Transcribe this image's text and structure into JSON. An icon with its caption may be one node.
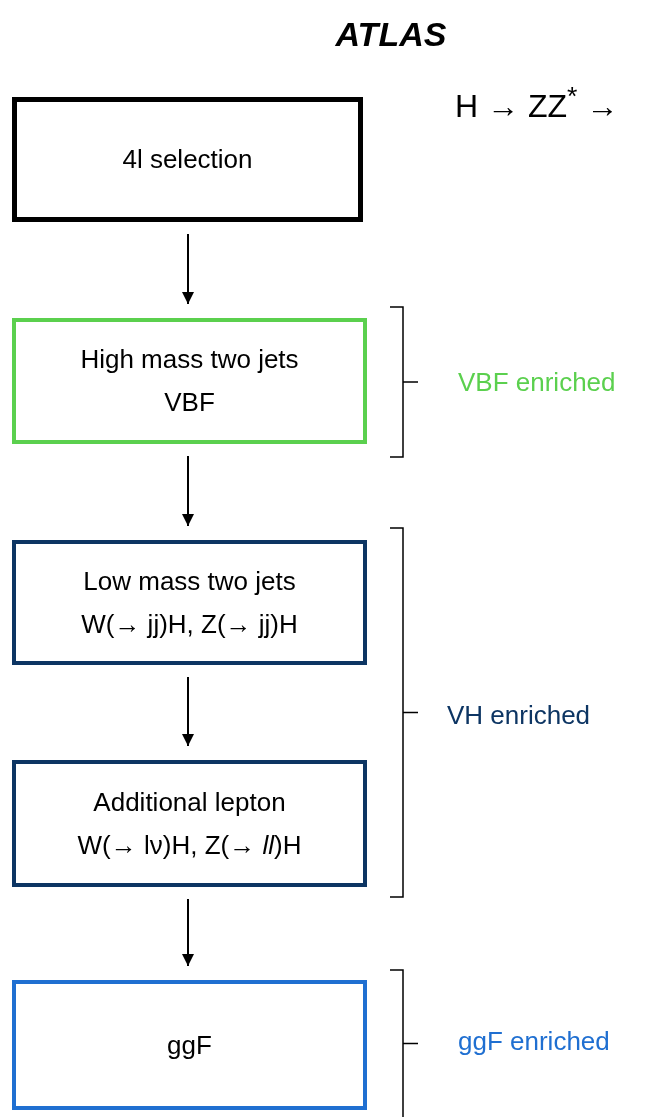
{
  "diagram": {
    "title": "ATLAS",
    "nodes": [
      {
        "text": [
          "4l selection"
        ]
      },
      {
        "text": [
          "High mass two jets",
          "VBF"
        ]
      },
      {
        "text": [
          "Low mass two jets",
          "W(→ jj)H, Z(→ jj)H"
        ]
      },
      {
        "text": [
          "Additional lepton",
          "W(→ lν)H, Z(→ *ll*)H"
        ]
      },
      {
        "text": [
          "ggF"
        ]
      }
    ],
    "edges": [
      {
        "from": 0,
        "to": 1,
        "arrow": "to"
      },
      {
        "from": 1,
        "to": 2,
        "arrow": "to"
      },
      {
        "from": 2,
        "to": 3,
        "arrow": "to"
      },
      {
        "from": 3,
        "to": 4,
        "arrow": "to"
      }
    ],
    "labels": [
      "H → ZZ$^{*}$ →",
      "VBF enriched",
      "VH enriched",
      "ggF enriched"
    ]
  }
}
